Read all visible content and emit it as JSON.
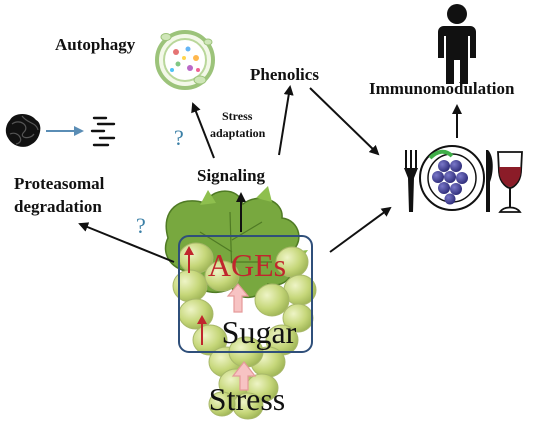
{
  "labels": {
    "autophagy": "Autophagy",
    "phenolics": "Phenolics",
    "immunomodulation": "Immunomodulation",
    "stress_adaptation_line1": "Stress",
    "stress_adaptation_line2": "adaptation",
    "signaling": "Signaling",
    "proteasomal_line1": "Proteasomal",
    "proteasomal_line2": "degradation",
    "ages": "AGEs",
    "sugar": "Sugar",
    "stress": "Stress",
    "question_mark_1": "?",
    "question_mark_2": "?"
  },
  "colors": {
    "ages_text": "#c0262d",
    "up_arrow": "#c0262d",
    "question": "#3a7fa6",
    "box_border": "#2f4f7a",
    "grape": "#c9d882",
    "leaf": "#6f9a3a",
    "wine": "#8b1c28",
    "berries": "#3d3c8f",
    "pink_arrow": "#f4b5b5"
  },
  "icons": {
    "person": "person-icon",
    "cell": "autophagosome-icon",
    "protein": "protein-aggregate-icon",
    "fragments": "peptide-fragments-icon",
    "plate": "plate-icon",
    "fork": "fork-icon",
    "knife": "knife-icon",
    "wine": "wine-glass-icon",
    "grapes": "grape-bunch-icon"
  }
}
